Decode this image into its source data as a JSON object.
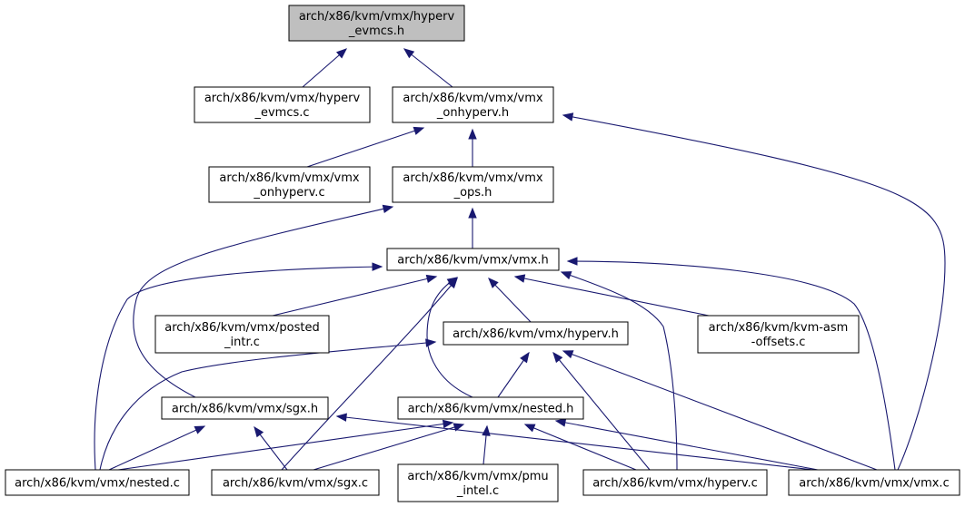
{
  "diagram": {
    "colors": {
      "edge": "#191970",
      "root_fill": "#bfbfbf",
      "node_fill": "#ffffff",
      "border": "#000000"
    },
    "nodes": [
      {
        "id": "hyperv_evmcs_h",
        "lines": [
          "arch/x86/kvm/vmx/hyperv",
          "_evmcs.h"
        ],
        "root": true
      },
      {
        "id": "hyperv_evmcs_c",
        "lines": [
          "arch/x86/kvm/vmx/hyperv",
          "_evmcs.c"
        ]
      },
      {
        "id": "vmx_onhyperv_h",
        "lines": [
          "arch/x86/kvm/vmx/vmx",
          "_onhyperv.h"
        ]
      },
      {
        "id": "vmx_onhyperv_c",
        "lines": [
          "arch/x86/kvm/vmx/vmx",
          "_onhyperv.c"
        ]
      },
      {
        "id": "vmx_ops_h",
        "lines": [
          "arch/x86/kvm/vmx/vmx",
          "_ops.h"
        ]
      },
      {
        "id": "vmx_h",
        "lines": [
          "arch/x86/kvm/vmx/vmx.h"
        ]
      },
      {
        "id": "posted_intr_c",
        "lines": [
          "arch/x86/kvm/vmx/posted",
          "_intr.c"
        ]
      },
      {
        "id": "hyperv_h",
        "lines": [
          "arch/x86/kvm/vmx/hyperv.h"
        ]
      },
      {
        "id": "kvm_asm_offsets_c",
        "lines": [
          "arch/x86/kvm/kvm-asm",
          "-offsets.c"
        ]
      },
      {
        "id": "sgx_h",
        "lines": [
          "arch/x86/kvm/vmx/sgx.h"
        ]
      },
      {
        "id": "nested_h",
        "lines": [
          "arch/x86/kvm/vmx/nested.h"
        ]
      },
      {
        "id": "nested_c",
        "lines": [
          "arch/x86/kvm/vmx/nested.c"
        ]
      },
      {
        "id": "sgx_c",
        "lines": [
          "arch/x86/kvm/vmx/sgx.c"
        ]
      },
      {
        "id": "pmu_intel_c",
        "lines": [
          "arch/x86/kvm/vmx/pmu",
          "_intel.c"
        ]
      },
      {
        "id": "hyperv_c",
        "lines": [
          "arch/x86/kvm/vmx/hyperv.c"
        ]
      },
      {
        "id": "vmx_c",
        "lines": [
          "arch/x86/kvm/vmx/vmx.c"
        ]
      }
    ],
    "edges": [
      {
        "from": "hyperv_evmcs_c",
        "to": "hyperv_evmcs_h"
      },
      {
        "from": "vmx_onhyperv_h",
        "to": "hyperv_evmcs_h"
      },
      {
        "from": "vmx_onhyperv_c",
        "to": "vmx_onhyperv_h"
      },
      {
        "from": "vmx_ops_h",
        "to": "vmx_onhyperv_h"
      },
      {
        "from": "vmx_c",
        "to": "vmx_onhyperv_h"
      },
      {
        "from": "vmx_h",
        "to": "vmx_ops_h"
      },
      {
        "from": "sgx_h",
        "to": "vmx_ops_h"
      },
      {
        "from": "posted_intr_c",
        "to": "vmx_h"
      },
      {
        "from": "hyperv_h",
        "to": "vmx_h"
      },
      {
        "from": "kvm_asm_offsets_c",
        "to": "vmx_h"
      },
      {
        "from": "nested_h",
        "to": "vmx_h"
      },
      {
        "from": "nested_c",
        "to": "vmx_h"
      },
      {
        "from": "sgx_c",
        "to": "vmx_h"
      },
      {
        "from": "hyperv_c",
        "to": "vmx_h"
      },
      {
        "from": "vmx_c",
        "to": "vmx_h"
      },
      {
        "from": "nested_h",
        "to": "hyperv_h"
      },
      {
        "from": "nested_c",
        "to": "hyperv_h"
      },
      {
        "from": "hyperv_c",
        "to": "hyperv_h"
      },
      {
        "from": "vmx_c",
        "to": "hyperv_h"
      },
      {
        "from": "nested_c",
        "to": "sgx_h"
      },
      {
        "from": "sgx_c",
        "to": "sgx_h"
      },
      {
        "from": "vmx_c",
        "to": "sgx_h"
      },
      {
        "from": "nested_c",
        "to": "nested_h"
      },
      {
        "from": "sgx_c",
        "to": "nested_h"
      },
      {
        "from": "pmu_intel_c",
        "to": "nested_h"
      },
      {
        "from": "hyperv_c",
        "to": "nested_h"
      },
      {
        "from": "vmx_c",
        "to": "nested_h"
      }
    ]
  }
}
